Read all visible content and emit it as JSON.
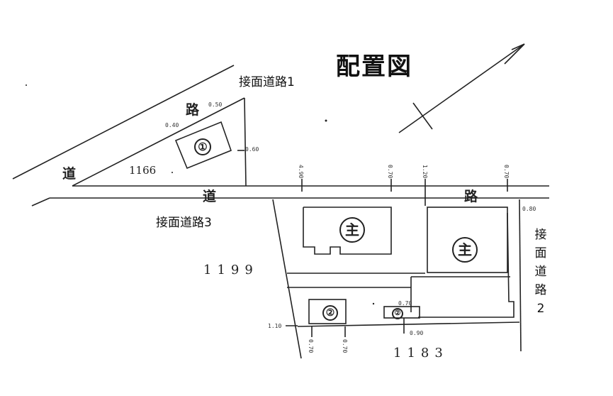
{
  "title": "配置図",
  "roads": {
    "road1": "接面道路1",
    "road2_chars": [
      "接",
      "面",
      "道",
      "路",
      "2"
    ],
    "road3": "接面道路3"
  },
  "road_text": {
    "michi": "道",
    "ro": "路"
  },
  "lots": {
    "lot_1166": "1166",
    "lot_1199": "1199",
    "lot_1183": "1183"
  },
  "buildings": {
    "b1": "①",
    "b2": "②",
    "main1": "主",
    "main2": "主",
    "small": "②"
  },
  "dims": {
    "d1": "0.40",
    "d2": "0.50",
    "d3": "0.60",
    "d4": "4.90",
    "d5": "0.70",
    "d6": "1.20",
    "d7": "0.70",
    "d8": "0.80",
    "d9": "0.70",
    "d10": "0.90",
    "d11": "1.10",
    "d12": "0.70",
    "d13": "0.70"
  }
}
